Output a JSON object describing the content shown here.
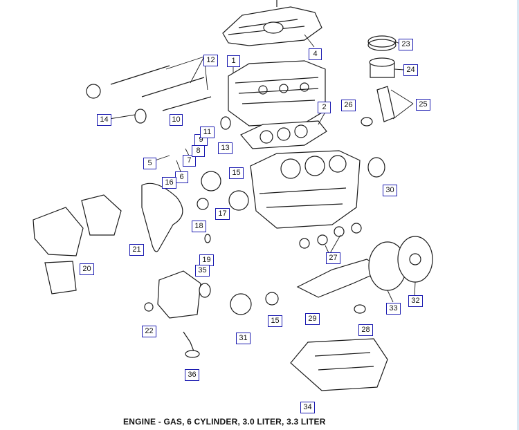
{
  "caption": "ENGINE - GAS, 6 CYLINDER, 3.0 LITER, 3.3 LITER",
  "callouts": [
    "1",
    "2",
    "4",
    "5",
    "6",
    "7",
    "8",
    "9",
    "10",
    "11",
    "12",
    "13",
    "14",
    "15",
    "15",
    "16",
    "17",
    "18",
    "19",
    "20",
    "21",
    "22",
    "23",
    "24",
    "25",
    "26",
    "27",
    "28",
    "29",
    "30",
    "31",
    "32",
    "33",
    "34",
    "35",
    "36"
  ],
  "colors": {
    "callout_border": "#1a1ab0",
    "ink": "#1a1a1a",
    "background": "#ffffff"
  }
}
